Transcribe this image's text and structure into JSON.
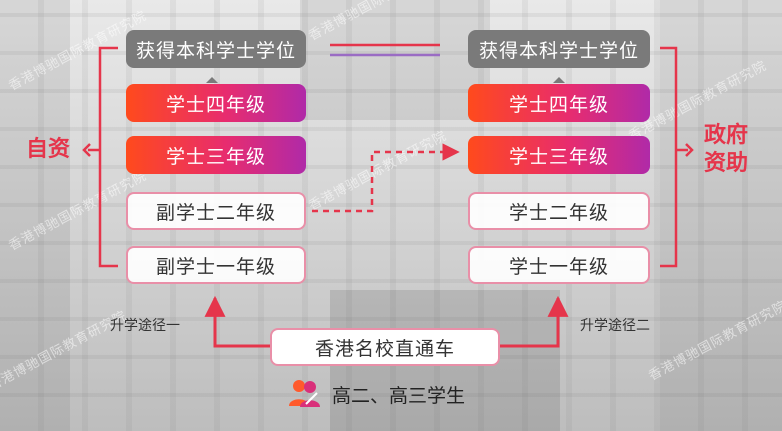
{
  "left_stack": {
    "top": "获得本科学士学位",
    "year4": "学士四年级",
    "year3": "学士三年级",
    "year2": "副学士二年级",
    "year1": "副学士一年级"
  },
  "right_stack": {
    "top": "获得本科学士学位",
    "year4": "学士四年级",
    "year3": "学士三年级",
    "year2": "学士二年级",
    "year1": "学士一年级"
  },
  "side_labels": {
    "left": "自资",
    "right_line1": "政府",
    "right_line2": "资助"
  },
  "paths": {
    "one": "升学途径一",
    "two": "升学途径二"
  },
  "bottom_box": "香港名校直通车",
  "students": "高二、高三学生",
  "watermark": "香港博驰国际教育研究院",
  "colors": {
    "accent_red": "#e5354b",
    "gray_box": "#7a7a7a",
    "gradient_start": "#ff4a1c",
    "gradient_end": "#b02aa8"
  }
}
